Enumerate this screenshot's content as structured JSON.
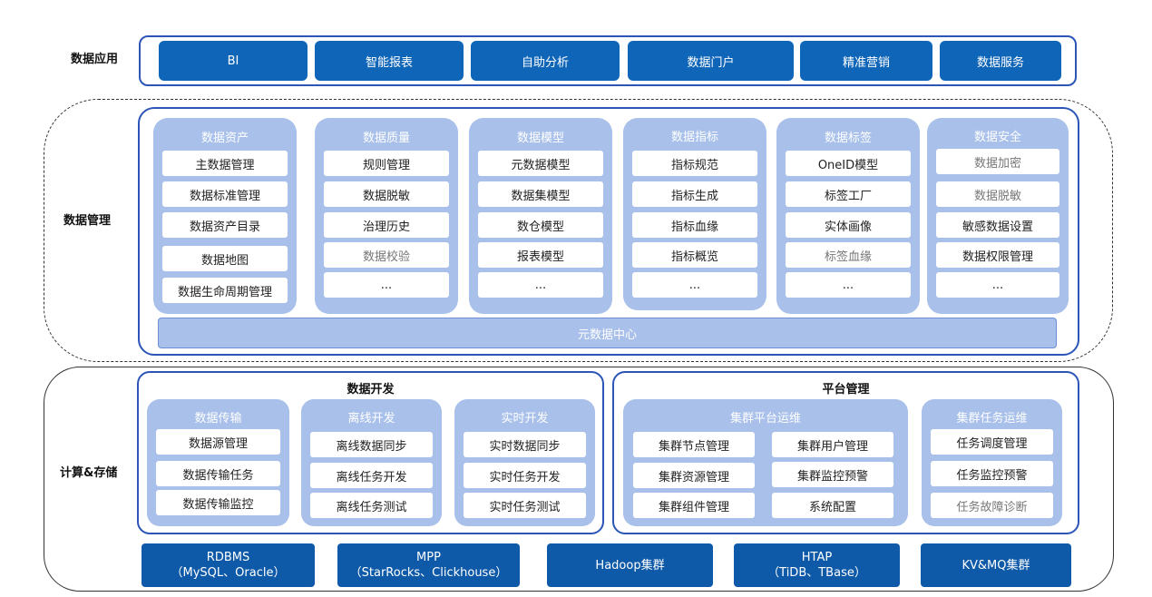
{
  "layers": {
    "application": "数据应用",
    "management": "数据管理",
    "compute_storage": "计算&存储"
  },
  "app_buttons": [
    "BI",
    "智能报表",
    "自助分析",
    "数据门户",
    "精准营销",
    "数据服务"
  ],
  "management_columns": [
    {
      "title": "数据资产",
      "items": [
        "主数据管理",
        "数据标准管理",
        "数据资产目录",
        "数据地图",
        "数据生命周期管理"
      ]
    },
    {
      "title": "数据质量",
      "items": [
        "规则管理",
        "数据脱敏",
        "治理历史",
        "数据校验",
        "..."
      ]
    },
    {
      "title": "数据模型",
      "items": [
        "元数据模型",
        "数据集模型",
        "数仓模型",
        "报表模型",
        "..."
      ]
    },
    {
      "title": "数据指标",
      "items": [
        "指标规范",
        "指标生成",
        "指标血缘",
        "指标概览",
        "..."
      ]
    },
    {
      "title": "数据标签",
      "items": [
        "OneID模型",
        "标签工厂",
        "实体画像",
        "标签血缘",
        "..."
      ]
    },
    {
      "title": "数据安全",
      "items": [
        "数据加密",
        "数据脱敏",
        "敏感数据设置",
        "数据权限管理",
        "..."
      ]
    }
  ],
  "metadata_center": "元数据中心",
  "data_dev": {
    "title": "数据开发",
    "columns": [
      {
        "title": "数据传输",
        "items": [
          "数据源管理",
          "数据传输任务",
          "数据传输监控"
        ]
      },
      {
        "title": "离线开发",
        "items": [
          "离线数据同步",
          "离线任务开发",
          "离线任务测试"
        ]
      },
      {
        "title": "实时开发",
        "items": [
          "实时数据同步",
          "实时任务开发",
          "实时任务测试"
        ]
      }
    ]
  },
  "platform_mgmt": {
    "title": "平台管理",
    "cluster_ops": {
      "title": "集群平台运维",
      "items": [
        "集群节点管理",
        "集群用户管理",
        "集群资源管理",
        "集群监控预警",
        "集群组件管理",
        "系统配置"
      ]
    },
    "task_ops": {
      "title": "集群任务运维",
      "items": [
        "任务调度管理",
        "任务监控预警",
        "任务故障诊断"
      ]
    }
  },
  "storage": [
    {
      "line1": "RDBMS",
      "line2": "（MySQL、Oracle）"
    },
    {
      "line1": "MPP",
      "line2": "（StarRocks、Clickhouse）"
    },
    {
      "line1": "Hadoop集群",
      "line2": ""
    },
    {
      "line1": "HTAP",
      "line2": "（TiDB、TBase）"
    },
    {
      "line1": "KV&MQ集群",
      "line2": ""
    }
  ],
  "colors": {
    "primary_blue": "#0f65b8",
    "frame_blue": "#2b56b8",
    "light_blue": "#a8c0ea"
  }
}
